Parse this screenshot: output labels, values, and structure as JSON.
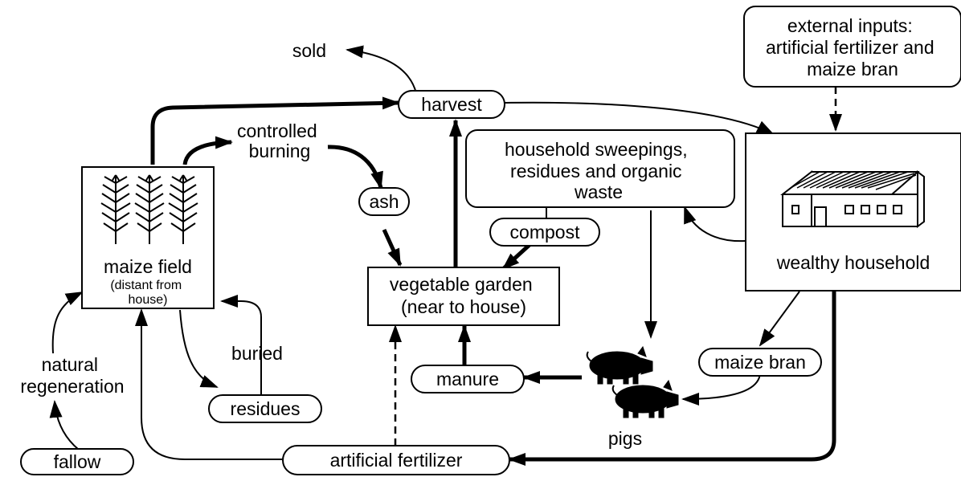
{
  "nodes": {
    "external_inputs": [
      "external inputs:",
      "artificial fertilizer and",
      "maize bran"
    ],
    "sold": "sold",
    "harvest": "harvest",
    "controlled_burning": [
      "controlled",
      "burning"
    ],
    "household_waste": [
      "household sweepings,",
      "residues and organic",
      "waste"
    ],
    "ash": "ash",
    "compost": "compost",
    "maize_field": "maize field",
    "maize_field_note": [
      "(distant from",
      "house)"
    ],
    "vegetable_garden": [
      "vegetable garden",
      "(near to house)"
    ],
    "wealthy_household": "wealthy household",
    "buried": "buried",
    "natural_regeneration": [
      "natural",
      "regeneration"
    ],
    "residues": "residues",
    "manure": "manure",
    "maize_bran": "maize bran",
    "pigs": "pigs",
    "fallow": "fallow",
    "artificial_fertilizer": "artificial fertilizer"
  }
}
